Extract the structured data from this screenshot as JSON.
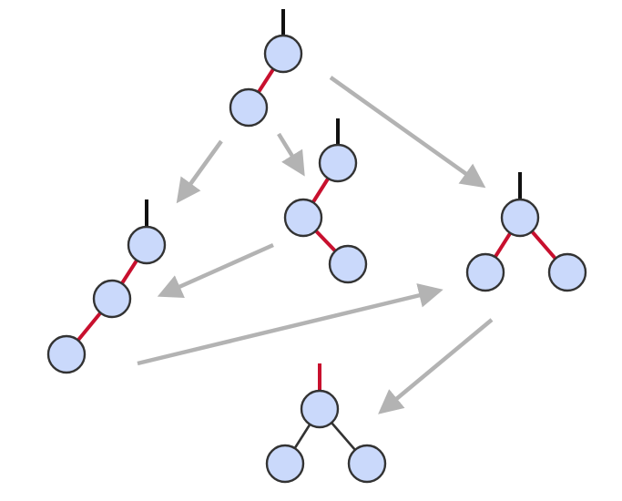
{
  "colors": {
    "node_fill": "#cad9fb",
    "node_stroke": "#333333",
    "red_link": "#c8102e",
    "black_link": "#333333",
    "arrow": "#b3b3b3"
  },
  "trees": [
    {
      "id": "tree-left-lean",
      "root_link": "black",
      "shape": "left child only",
      "child_links": [
        "red"
      ]
    },
    {
      "id": "tree-left-right-zigzag",
      "root_link": "black",
      "shape": "left child with right grandchild",
      "child_links": [
        "red",
        "red"
      ]
    },
    {
      "id": "tree-left-left-chain",
      "root_link": "black",
      "shape": "left child with left grandchild",
      "child_links": [
        "red",
        "red"
      ]
    },
    {
      "id": "tree-both-red-children",
      "root_link": "black",
      "shape": "two children",
      "child_links": [
        "red",
        "red"
      ]
    },
    {
      "id": "tree-color-flipped",
      "root_link": "red",
      "shape": "two children",
      "child_links": [
        "black",
        "black"
      ]
    }
  ],
  "transitions": [
    {
      "from": "tree-left-lean",
      "to": "tree-left-left-chain"
    },
    {
      "from": "tree-left-lean",
      "to": "tree-left-right-zigzag"
    },
    {
      "from": "tree-left-lean",
      "to": "tree-both-red-children"
    },
    {
      "from": "tree-left-right-zigzag",
      "to": "tree-left-left-chain"
    },
    {
      "from": "tree-left-left-chain",
      "to": "tree-both-red-children"
    },
    {
      "from": "tree-both-red-children",
      "to": "tree-color-flipped"
    }
  ]
}
